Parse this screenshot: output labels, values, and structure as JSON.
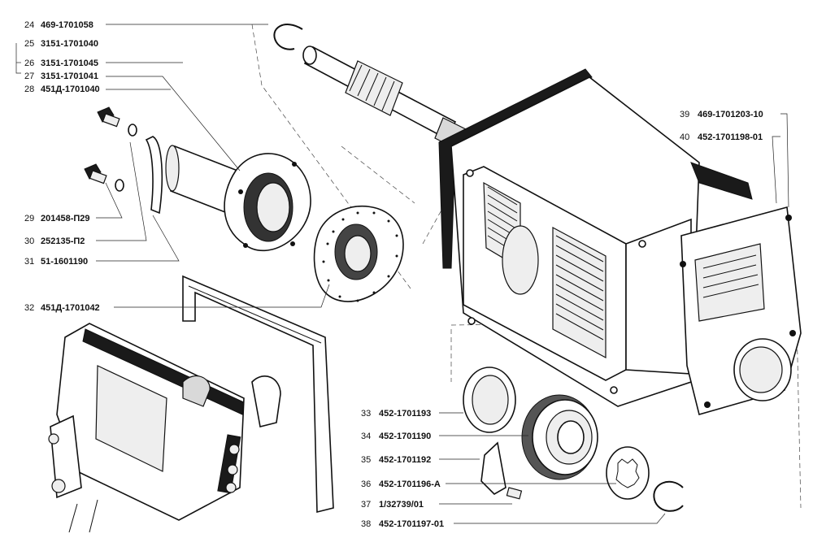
{
  "callouts": [
    {
      "num": "24",
      "code": "469-1701058"
    },
    {
      "num": "25",
      "code": "3151-1701040"
    },
    {
      "num": "26",
      "code": "3151-1701045"
    },
    {
      "num": "27",
      "code": "3151-1701041"
    },
    {
      "num": "28",
      "code": "451Д-1701040"
    },
    {
      "num": "29",
      "code": "201458-П29"
    },
    {
      "num": "30",
      "code": "252135-П2"
    },
    {
      "num": "31",
      "code": "51-1601190"
    },
    {
      "num": "32",
      "code": "451Д-1701042"
    },
    {
      "num": "33",
      "code": "452-1701193"
    },
    {
      "num": "34",
      "code": "452-1701190"
    },
    {
      "num": "35",
      "code": "452-1701192"
    },
    {
      "num": "36",
      "code": "452-1701196-А"
    },
    {
      "num": "37",
      "code": "1/32739/01"
    },
    {
      "num": "38",
      "code": "452-1701197-01"
    },
    {
      "num": "39",
      "code": "469-1701203-10"
    },
    {
      "num": "40",
      "code": "452-1701198-01"
    }
  ]
}
